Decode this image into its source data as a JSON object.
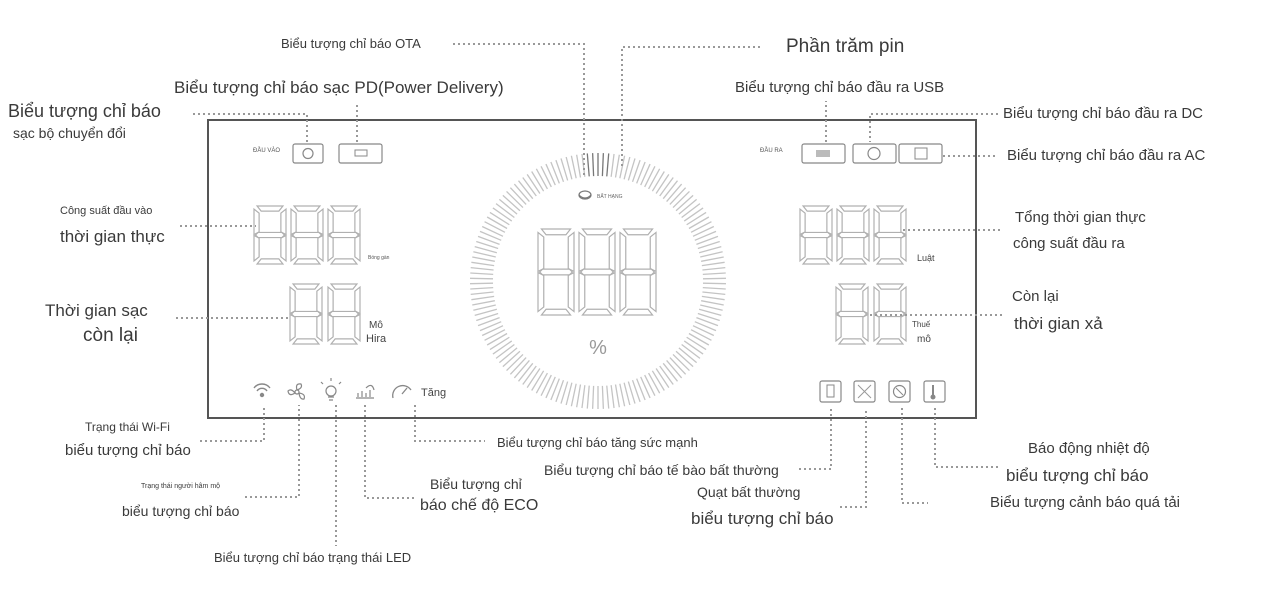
{
  "labels": {
    "ota": "Biểu tượng chỉ báo OTA",
    "battery_percent": "Phần trăm pin",
    "pd_charge": "Biểu tượng chỉ báo sạc PD(Power Delivery)",
    "usb_output": "Biểu tượng chỉ báo đầu ra USB",
    "adapter_line1": "Biểu tượng chỉ báo",
    "adapter_line2": "sạc bộ chuyển đổi",
    "dc_output": "Biểu tượng chỉ báo đầu ra DC",
    "ac_output": "Biểu tượng chỉ báo đầu ra AC",
    "input_power_line1": "Công suất đầu vào",
    "input_power_line2": "thời gian thực",
    "output_power_line1": "Tổng thời gian thực",
    "output_power_line2": "công suất đầu ra",
    "charge_time_line1": "Thời gian sạc",
    "charge_time_line2": "còn lại",
    "discharge_line1": "Còn lại",
    "discharge_line2": "thời gian xả",
    "wifi_line1": "Trạng thái Wi-Fi",
    "wifi_line2": "biểu tượng chỉ báo",
    "fan_line1": "Trạng thái người hâm mộ",
    "fan_line2": "biểu tượng chỉ báo",
    "led_status": "Biểu tượng chỉ báo trạng thái LED",
    "eco_line1": "Biểu tượng chỉ",
    "eco_line2": "báo chế độ ECO",
    "boost": "Biểu tượng chỉ báo tăng sức mạnh",
    "cell_abnormal": "Biểu tượng chỉ báo tế bào bất thường",
    "fan_abnormal_line1": "Quạt bất thường",
    "fan_abnormal_line2": "biểu tượng chỉ báo",
    "temp_alarm_line1": "Báo động nhiệt độ",
    "temp_alarm_line2": "biểu tượng chỉ báo",
    "overload": "Biểu tượng cảnh báo quá tải"
  },
  "display": {
    "input_tag": "ĐẦU VÀO",
    "output_tag": "ĐẦU RA",
    "abnormal_tag": "BẤT HẠNG",
    "left_power_unit": "Bóng gàn",
    "right_power_unit": "Luật",
    "left_time_unit1": "Mô",
    "left_time_unit2": "Hira",
    "right_time_unit1": "Thuế",
    "right_time_unit2": "mô",
    "percent_sign": "%",
    "boost_tag": "Tăng"
  },
  "colors": {
    "frame": "#555555",
    "segment": "#b0b0b0",
    "leader": "#999999",
    "text": "#3a3a3a"
  }
}
